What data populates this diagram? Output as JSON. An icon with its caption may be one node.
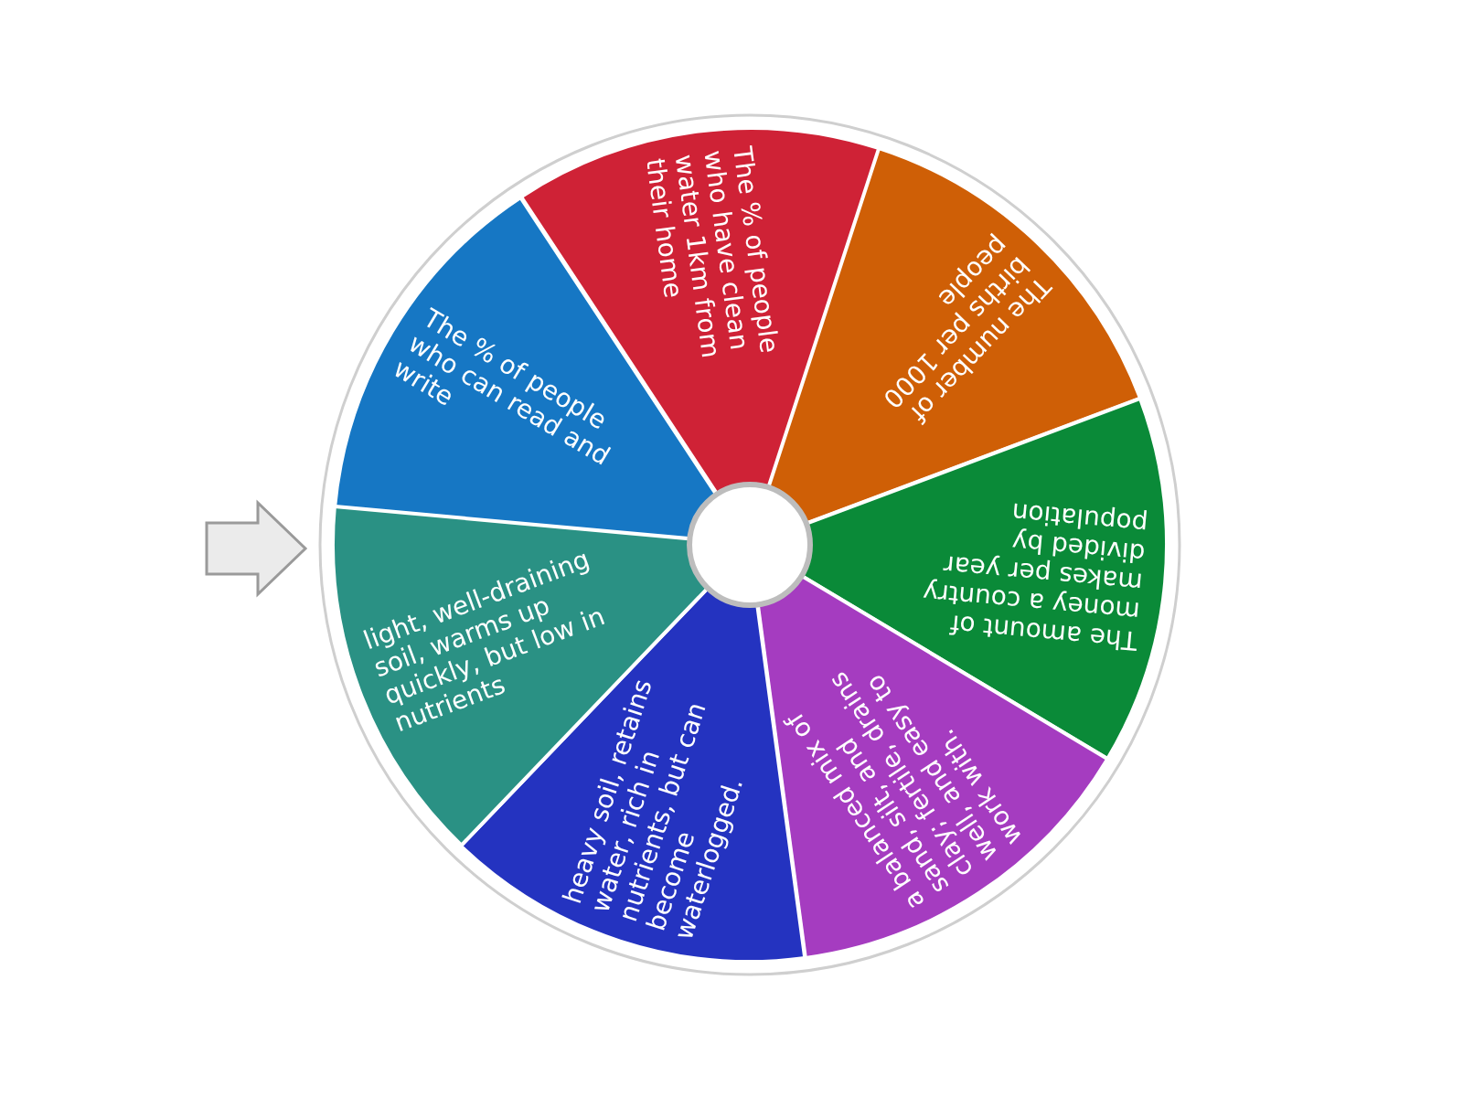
{
  "diagram": {
    "nodes": [
      {
        "text": [
          "The % of people who can read and write"
        ]
      },
      {
        "text": [
          "The % of people who have clean water 1km from their home"
        ]
      },
      {
        "text": [
          "The number of births per 1000 people"
        ]
      },
      {
        "text": [
          "The amount of money a country makes per year divided by population"
        ]
      },
      {
        "text": [
          "a balanced mix of sand, silt, and clay; fertile, drains well, and easy to work with."
        ]
      },
      {
        "text": [
          "heavy soil, retains water, rich in nutrients, but can become waterlogged."
        ]
      },
      {
        "text": [
          "light, well-draining soil, warms up quickly, but low in nutrients"
        ]
      }
    ]
  }
}
